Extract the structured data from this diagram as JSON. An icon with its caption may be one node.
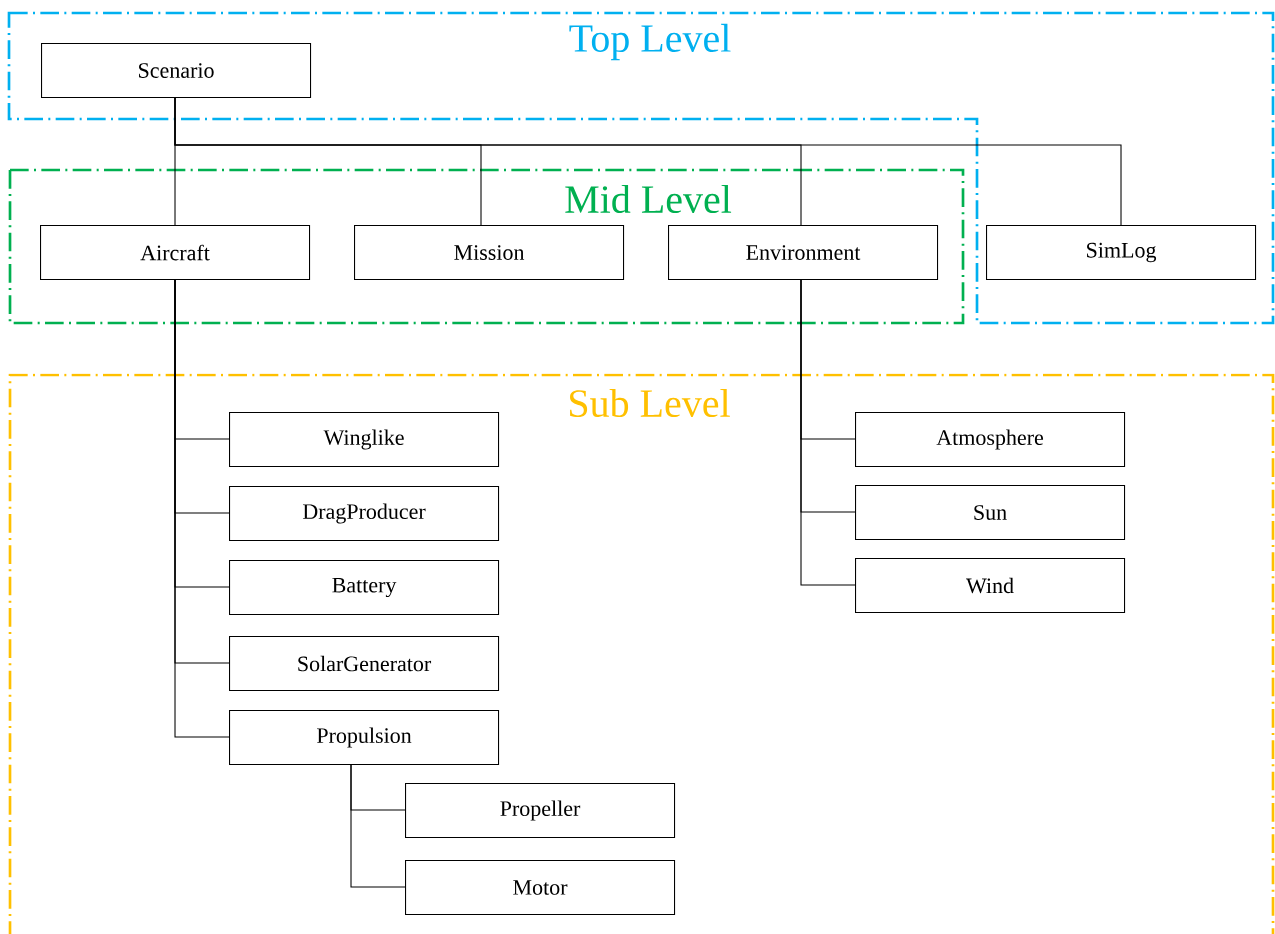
{
  "diagram": {
    "nodes": [
      {
        "text": [
          "Top Level"
        ]
      },
      {
        "text": [
          "Scenario"
        ],
        "in": 0
      },
      {
        "text": [
          "SimLog"
        ],
        "in": 0
      },
      {
        "text": [
          "Mid Level"
        ]
      },
      {
        "text": [
          "Aircraft"
        ],
        "in": 3
      },
      {
        "text": [
          "Mission"
        ],
        "in": 3
      },
      {
        "text": [
          "Environment"
        ],
        "in": 3
      },
      {
        "text": [
          "Sub Level"
        ]
      },
      {
        "text": [
          "Winglike"
        ],
        "in": 7
      },
      {
        "text": [
          "DragProducer"
        ],
        "in": 7
      },
      {
        "text": [
          "Battery"
        ],
        "in": 7
      },
      {
        "text": [
          "SolarGenerator"
        ],
        "in": 7
      },
      {
        "text": [
          "Propulsion"
        ],
        "in": 7
      },
      {
        "text": [
          "Propeller"
        ],
        "in": 7
      },
      {
        "text": [
          "Motor"
        ],
        "in": 7
      },
      {
        "text": [
          "Atmosphere"
        ],
        "in": 7
      },
      {
        "text": [
          "Sun"
        ],
        "in": 7
      },
      {
        "text": [
          "Wind"
        ],
        "in": 7
      }
    ],
    "edges": [
      {
        "from": 1,
        "to": 4,
        "arrow": "none"
      },
      {
        "from": 1,
        "to": 5,
        "arrow": "none"
      },
      {
        "from": 1,
        "to": 6,
        "arrow": "none"
      },
      {
        "from": 1,
        "to": 2,
        "arrow": "none"
      },
      {
        "from": 4,
        "to": 8,
        "arrow": "none"
      },
      {
        "from": 4,
        "to": 9,
        "arrow": "none"
      },
      {
        "from": 4,
        "to": 10,
        "arrow": "none"
      },
      {
        "from": 4,
        "to": 11,
        "arrow": "none"
      },
      {
        "from": 4,
        "to": 12,
        "arrow": "none"
      },
      {
        "from": 12,
        "to": 13,
        "arrow": "none"
      },
      {
        "from": 12,
        "to": 14,
        "arrow": "none"
      },
      {
        "from": 6,
        "to": 15,
        "arrow": "none"
      },
      {
        "from": 6,
        "to": 16,
        "arrow": "none"
      },
      {
        "from": 6,
        "to": 17,
        "arrow": "none"
      }
    ]
  }
}
